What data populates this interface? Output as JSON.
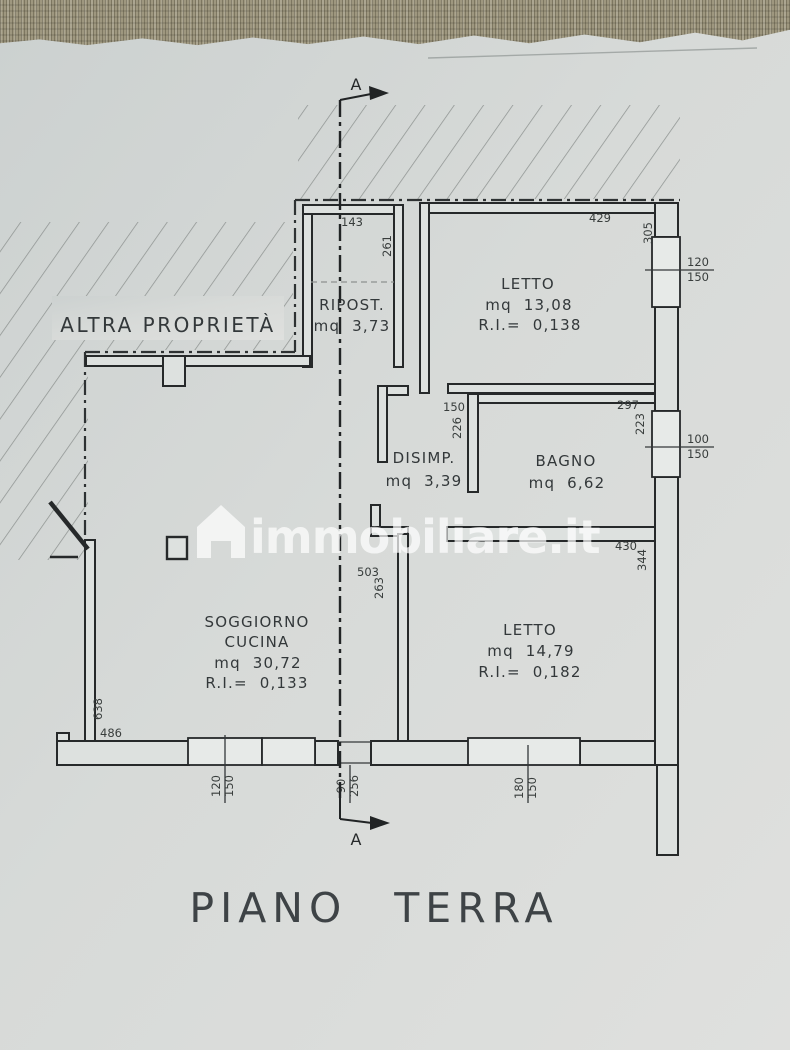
{
  "colors": {
    "paper": "#d6dad8",
    "fabric": "#9e977f",
    "ink": "#26292a",
    "hatch": "#8f9492",
    "watermark_white": "#ffffff"
  },
  "plan": {
    "title": "PIANO TERRA",
    "watermark": "immobiliare.it",
    "other_property": "ALTRA PROPRIETÀ",
    "section_top": "A",
    "section_bottom": "A"
  },
  "rooms": {
    "ripost": {
      "name": "RIPOST.",
      "area": "mq  3,73"
    },
    "letto1": {
      "name": "LETTO",
      "area": "mq  13,08",
      "ri": "R.I.=  0,138"
    },
    "disimp": {
      "name": "DISIMP.",
      "area": "mq  3,39"
    },
    "bagno": {
      "name": "BAGNO",
      "area": "mq  6,62"
    },
    "soggiorno": {
      "name_line1": "SOGGIORNO",
      "name_line2": "CUCINA",
      "area": "mq  30,72",
      "ri": "R.I.=  0,133"
    },
    "letto2": {
      "name": "LETTO",
      "area": "mq  14,79",
      "ri": "R.I.=  0,182"
    }
  },
  "dims": {
    "ripost_w": "143",
    "ripost_h": "261",
    "letto1_w": "429",
    "letto1_h": "305",
    "letto1_win_w": "120",
    "letto1_win_h": "150",
    "disimp_w": "150",
    "disimp_h": "226",
    "bagno_w": "297",
    "bagno_h": "223",
    "bagno_win_w": "100",
    "bagno_win_h": "150",
    "letto2_w": "430",
    "letto2_h": "344",
    "corridor_w": "503",
    "corridor_h": "263",
    "sogg_h": "638",
    "sogg_w": "486",
    "sogg_win_w": "120",
    "sogg_win_h": "150",
    "door_w": "90",
    "door_h": "256",
    "letto2_win_w": "180",
    "letto2_win_h": "150"
  }
}
